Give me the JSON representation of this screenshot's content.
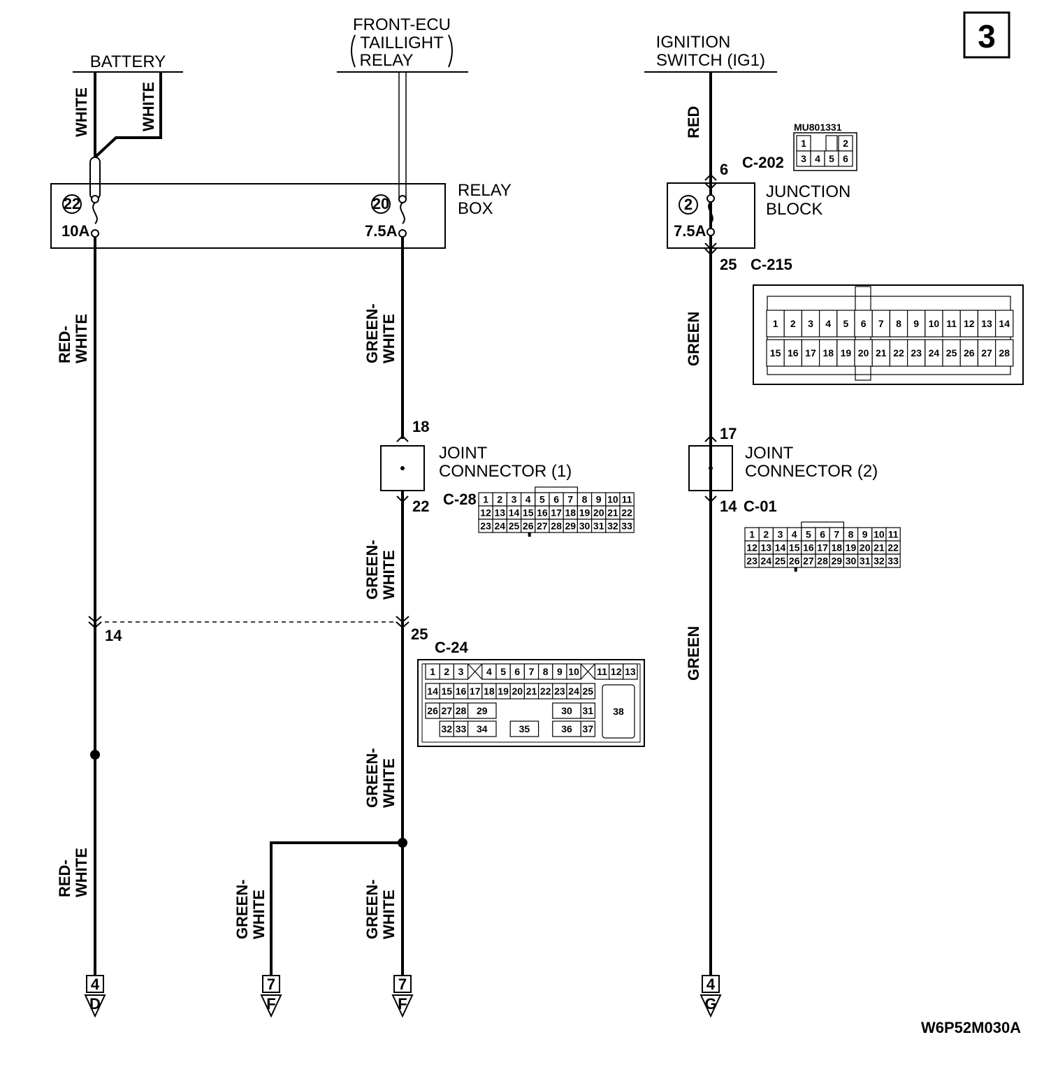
{
  "page_number": "3",
  "figure_id": "W6P52M030A",
  "sources": {
    "battery": "BATTERY",
    "front_ecu_line1": "FRONT-ECU",
    "front_ecu_line2": "TAILLIGHT",
    "front_ecu_line3": "RELAY",
    "ignition_line1": "IGNITION",
    "ignition_line2": "SWITCH (IG1)"
  },
  "relay_box": {
    "label_line1": "RELAY",
    "label_line2": "BOX",
    "fuse_a_number": "22",
    "fuse_a_rating": "10A",
    "fuse_b_number": "20",
    "fuse_b_rating": "7.5A"
  },
  "junction_block": {
    "label_line1": "JUNCTION",
    "label_line2": "BLOCK",
    "fuse_number": "2",
    "fuse_rating": "7.5A",
    "connector_in": "C-202",
    "connector_in_pin": "6",
    "connector_in_part": "MU801331",
    "connector_out": "C-215",
    "connector_out_pin": "25"
  },
  "joint_connector_1": {
    "label_line1": "JOINT",
    "label_line2": "CONNECTOR (1)",
    "pin_in": "18",
    "pin_out": "22",
    "connector": "C-28"
  },
  "joint_connector_2": {
    "label_line1": "JOINT",
    "label_line2": "CONNECTOR (2)",
    "pin_in": "17",
    "pin_out": "14",
    "connector": "C-01"
  },
  "c24": {
    "connector": "C-24",
    "pin_left": "14",
    "pin_right": "25"
  },
  "wire_colors": {
    "white": "WHITE",
    "red": "RED",
    "red_white_1": "RED-",
    "red_white_2": "WHITE",
    "green_white_1": "GREEN-",
    "green_white_2": "WHITE",
    "green": "GREEN"
  },
  "terminals": [
    {
      "page": "4",
      "letter": "D"
    },
    {
      "page": "7",
      "letter": "F"
    },
    {
      "page": "7",
      "letter": "F"
    },
    {
      "page": "4",
      "letter": "G"
    }
  ],
  "c202_pins": [
    "1",
    "2",
    "3",
    "4",
    "5",
    "6"
  ],
  "c215_pins_row1": [
    "1",
    "2",
    "3",
    "4",
    "5",
    "6",
    "7",
    "8",
    "9",
    "10",
    "11",
    "12",
    "13",
    "14"
  ],
  "c215_pins_row2": [
    "15",
    "16",
    "17",
    "18",
    "19",
    "20",
    "21",
    "22",
    "23",
    "24",
    "25",
    "26",
    "27",
    "28"
  ],
  "c28_rows": [
    [
      "1",
      "2",
      "3",
      "4",
      "5",
      "6",
      "7",
      "8",
      "9",
      "10",
      "11"
    ],
    [
      "12",
      "13",
      "14",
      "15",
      "16",
      "17",
      "18",
      "19",
      "20",
      "21",
      "22"
    ],
    [
      "23",
      "24",
      "25",
      "26",
      "27",
      "28",
      "29",
      "30",
      "31",
      "32",
      "33"
    ]
  ],
  "c01_rows": [
    [
      "1",
      "2",
      "3",
      "4",
      "5",
      "6",
      "7",
      "8",
      "9",
      "10",
      "11"
    ],
    [
      "12",
      "13",
      "14",
      "15",
      "16",
      "17",
      "18",
      "19",
      "20",
      "21",
      "22"
    ],
    [
      "23",
      "24",
      "25",
      "26",
      "27",
      "28",
      "29",
      "30",
      "31",
      "32",
      "33"
    ]
  ],
  "c24_row1": [
    "1",
    "2",
    "3",
    "4",
    "5",
    "6",
    "7",
    "8",
    "9",
    "10",
    "11",
    "12",
    "13"
  ],
  "c24_row2": [
    "14",
    "15",
    "16",
    "17",
    "18",
    "19",
    "20",
    "21",
    "22",
    "23",
    "24",
    "25"
  ],
  "c24_row3": [
    "26",
    "27",
    "28",
    "29",
    "30",
    "31",
    "38"
  ],
  "c24_row4": [
    "32",
    "33",
    "34",
    "35",
    "36",
    "37"
  ]
}
